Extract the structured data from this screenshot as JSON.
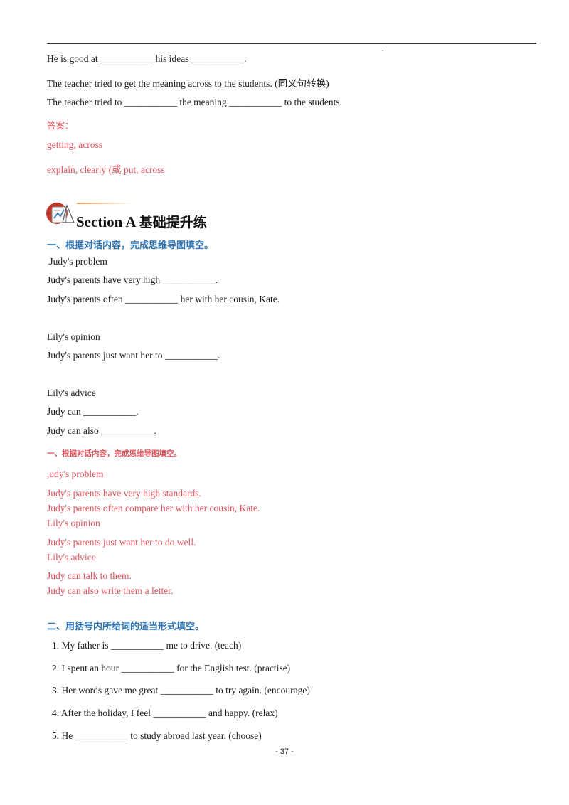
{
  "top": {
    "dot": ".",
    "line1": "He is good at ___________ his ideas ___________.",
    "line2": "The teacher tried to get the meaning across to the students. (同义句转换)",
    "line3": "The teacher tried to ___________ the meaning ___________ to the students.",
    "answer_label": "答案：",
    "answer1": "getting, across",
    "answer2": "explain, clearly (或  put, across"
  },
  "section": {
    "title_en": "Section A ",
    "title_cn": "基础提升练"
  },
  "part1": {
    "heading": "一、根据对话内容，完成思维导图填空。",
    "problem_label": ".Judy's problem",
    "q1": "Judy's parents have very high ___________.",
    "q2": "Judy's parents often ___________ her with her cousin, Kate.",
    "opinion_label": "Lily's opinion",
    "q3": "Judy's parents just want her to ___________.",
    "advice_label": "Lily's advice",
    "q4": "Judy can ___________.",
    "q5": "Judy can also ___________."
  },
  "answers1": {
    "heading": "一、根据对话内容，完成思维导图填空。",
    "a0": ",udy's problem",
    "a1": "Judy's parents have very high standards.",
    "a2": "Judy's parents often compare her with her cousin, Kate.",
    "a3": "Lily's opinion",
    "a4": "Judy's parents just want her to do well.",
    "a5": "Lily's advice",
    "a6": "Judy can talk to them.",
    "a7": "Judy can also write them a letter."
  },
  "part2": {
    "heading": "二、用括号内所给词的适当形式填空。",
    "items": [
      "1.  My father is ___________ me to drive. (teach)",
      "2.  I spent an hour ___________ for the English test. (practise)",
      "3.  Her words gave me great ___________ to try again. (encourage)",
      "4.  After the holiday, I feel ___________ and happy. (relax)",
      "5.  He ___________ to study abroad last year. (choose)"
    ]
  },
  "footer": {
    "page_number": "- 37 -"
  }
}
